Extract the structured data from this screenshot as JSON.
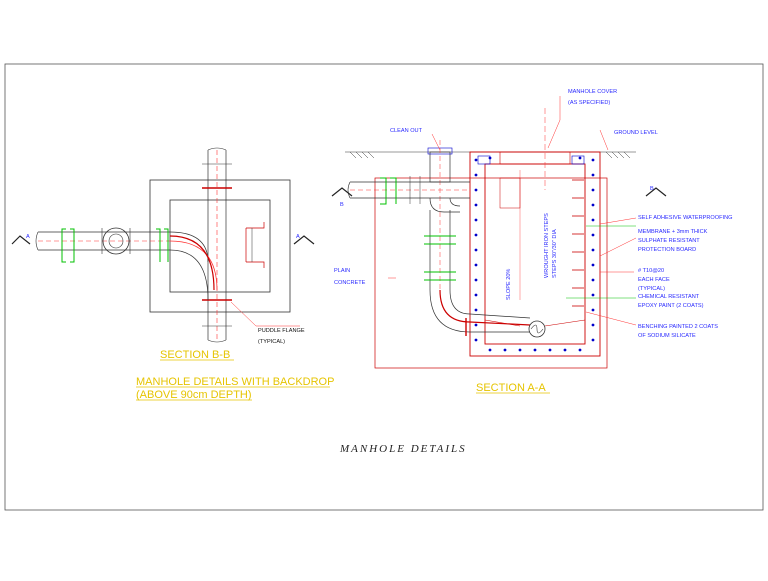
{
  "drawing": {
    "title": "MANHOLE DETAILS",
    "section_bb": {
      "heading": "SECTION B-B",
      "subtitle_line1": "MANHOLE DETAILS WITH BACKDROP",
      "subtitle_line2": "(ABOVE 90cm DEPTH)",
      "marker_left": "A",
      "marker_right": "A",
      "puddle_flange_line1": "PUDDLE FLANGE",
      "puddle_flange_line2": "(TYPICAL)"
    },
    "section_aa": {
      "heading": "SECTION A-A",
      "marker_left": "B",
      "marker_right": "B",
      "clean_out": "CLEAN OUT",
      "manhole_cover_line1": "MANHOLE COVER",
      "manhole_cover_line2": "(AS SPECIFIED)",
      "ground_level": "GROUND LEVEL",
      "waterproofing": "SELF ADHESIVE WATERPROOFING",
      "membrane_line1": "MEMBRANE + 3mm THICK",
      "membrane_line2": "SULPHATE RESISTANT",
      "membrane_line3": "PROTECTION BOARD",
      "rebar_line1": "# T10@20",
      "rebar_line2": "EACH FACE",
      "rebar_line3": "(TYPICAL)",
      "epoxy_line1": "CHEMICAL RESISTANT",
      "epoxy_line2": "EPOXY PAINT (2 COATS)",
      "benching_line1": "BENCHING PAINTED 2 COATS",
      "benching_line2": "OF SODIUM SILICATE",
      "plain_line1": "PLAIN",
      "plain_line2": "CONCRETE",
      "slope": "SLOPE 20%",
      "steps_line1": "WROUGHT IRON STEPS",
      "steps_line2": "STEPS 30\"/30\" DIA"
    }
  }
}
